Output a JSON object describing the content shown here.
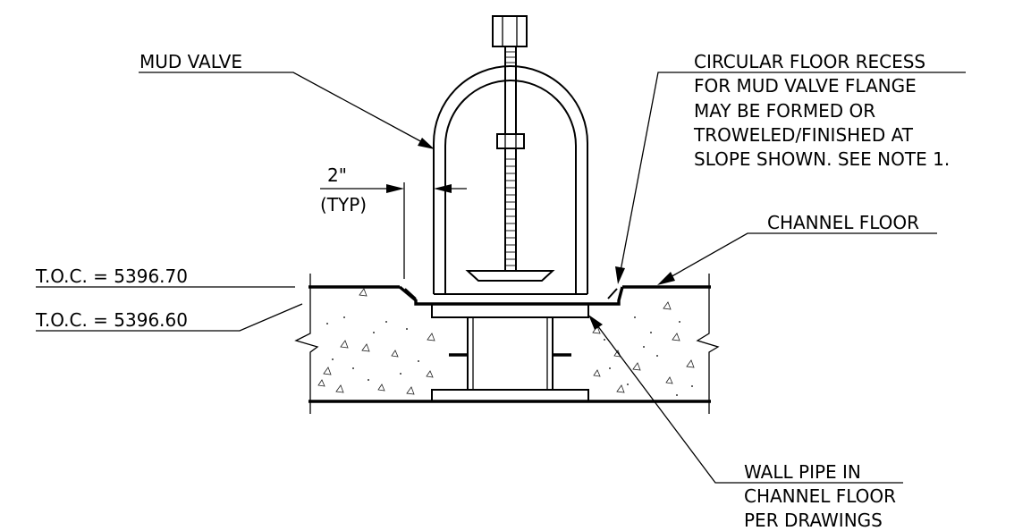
{
  "labels": {
    "mud_valve": "MUD VALVE",
    "recess": [
      "CIRCULAR FLOOR RECESS",
      "FOR MUD VALVE FLANGE",
      "MAY BE FORMED OR",
      "TROWELED/FINISHED AT",
      "SLOPE SHOWN. SEE NOTE 1."
    ],
    "dim_value": "2\"",
    "dim_typ": "(TYP)",
    "channel_floor": "CHANNEL FLOOR",
    "toc_top": "T.O.C. = 5396.70",
    "toc_bottom": "T.O.C. = 5396.60",
    "wall_pipe": [
      "WALL PIPE IN",
      "CHANNEL FLOOR",
      "PER DRAWINGS"
    ]
  }
}
